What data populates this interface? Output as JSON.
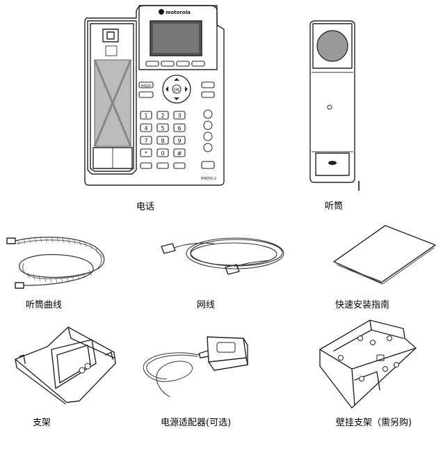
{
  "items": {
    "phone": "电话",
    "handset": "听筒",
    "handset_cord": "听筒曲线",
    "network_cable": "网线",
    "quick_guide": "快速安装指南",
    "stand": "支架",
    "power_adapter": "电源适配器(可选)",
    "wall_mount": "壁挂支架（需另购)"
  },
  "phone": {
    "brand": "motorola",
    "model": "IP9050-2",
    "hold_label": "HOLD",
    "ok_label": "OK",
    "keypad": [
      "1",
      "2",
      "3",
      "4",
      "5",
      "6",
      "7",
      "8",
      "9",
      "*",
      "0",
      "#"
    ]
  }
}
